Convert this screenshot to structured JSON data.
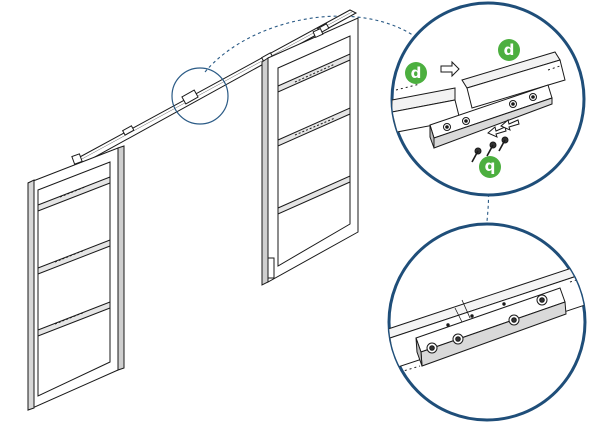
{
  "labels": {
    "d_left": "d",
    "d_right": "d",
    "q_bottom": "q"
  },
  "colors": {
    "line": "#1a1a1a",
    "callout_ring": "#1f4e79",
    "dashed": "#2b5b86",
    "badge_green": "#4caf3f",
    "badge_text": "#ffffff"
  },
  "icons": {
    "arrow_left": "arrow-left-icon",
    "arrow_right": "arrow-right-icon",
    "screw": "screw-icon"
  }
}
